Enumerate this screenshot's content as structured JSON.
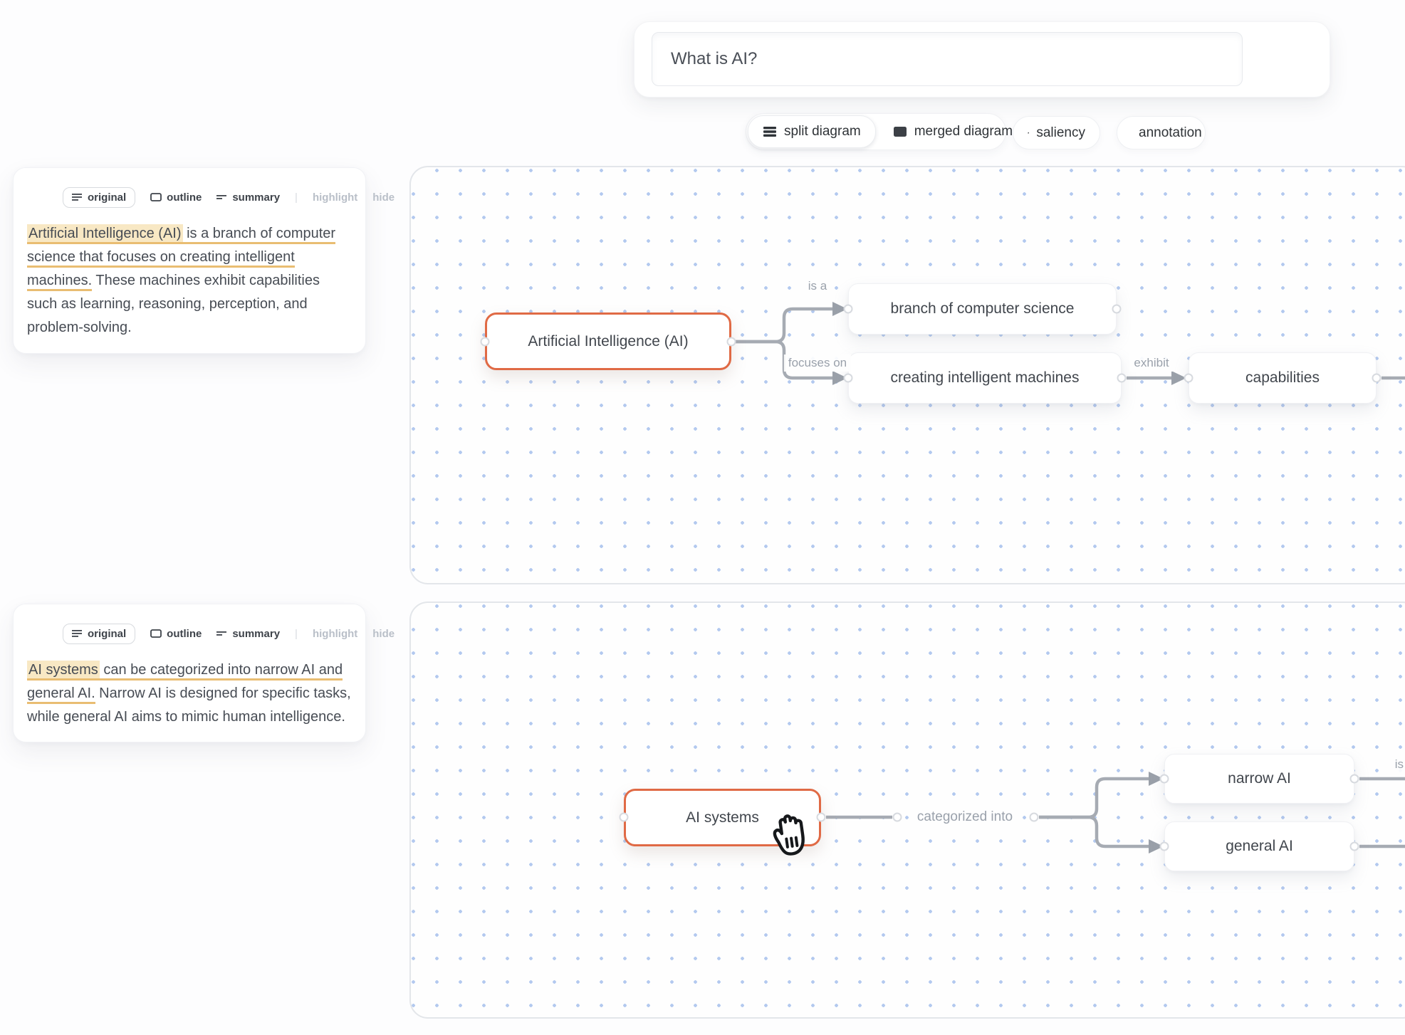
{
  "search": {
    "query": "What is AI?"
  },
  "toolbar": {
    "split_label": "split diagram",
    "merged_label": "merged diagram",
    "saliency_label": "saliency",
    "annotation_label": "annotation"
  },
  "panel_tabs": {
    "original": "original",
    "outline": "outline",
    "summary": "summary",
    "divider": "|",
    "highlight": "highlight",
    "hide": "hide"
  },
  "panels": [
    {
      "segments": {
        "highlighted": "Artificial Intelligence (AI)",
        "underlined": " is a branch of computer\nscience that focuses on creating intelligent\nmachines.",
        "plain": " These machines exhibit capabilities\nsuch as learning, reasoning, perception, and\nproblem-solving."
      }
    },
    {
      "segments": {
        "highlighted": "AI systems",
        "underlined": " can be categorized into narrow AI and\ngeneral AI.",
        "plain": " Narrow AI is designed for specific tasks,\nwhile general AI aims to mimic human intelligence."
      }
    }
  ],
  "diagrams": [
    {
      "nodes": {
        "source": "Artificial Intelligence (AI)",
        "target1": "branch of computer science",
        "target2": "creating intelligent machines",
        "target3": "capabilities"
      },
      "edge_labels": {
        "is_a": "is a",
        "focuses_on": "focuses on",
        "exhibit": "exhibit"
      }
    },
    {
      "nodes": {
        "source": "AI systems",
        "target1": "narrow AI",
        "target2": "general AI"
      },
      "edge_labels": {
        "categorized_into": "categorized into",
        "cut_right": "is d"
      }
    }
  ],
  "colors": {
    "accent_orange": "#e06a45",
    "highlight_bg": "#f8e8c4",
    "underline": "#e9bd72",
    "edge_gray": "#a6abb3",
    "grid_dot": "#b3c9ef"
  }
}
